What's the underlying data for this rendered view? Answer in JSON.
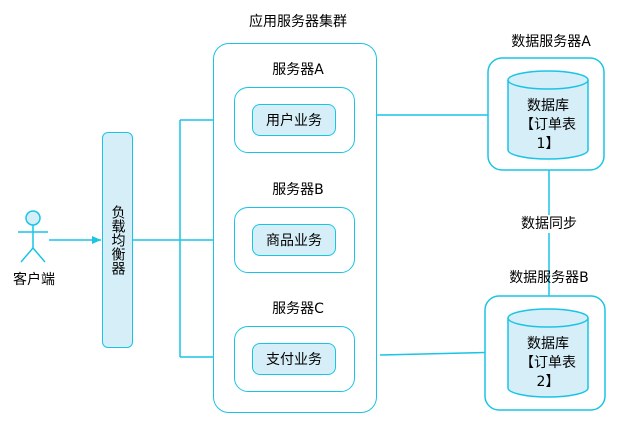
{
  "colors": {
    "stroke": "#19c4e6",
    "fill": "#d6eef7",
    "arrow": "#19c4e6"
  },
  "client": {
    "label": "客户端"
  },
  "load_balancer": {
    "label": "负载均衡器"
  },
  "cluster": {
    "title": "应用服务器集群"
  },
  "servers": [
    {
      "title": "服务器A",
      "service": "用户业务"
    },
    {
      "title": "服务器B",
      "service": "商品业务"
    },
    {
      "title": "服务器C",
      "service": "支付业务"
    }
  ],
  "data_servers": [
    {
      "title": "数据服务器A",
      "db_line1": "数据库",
      "db_line2": "【订单表",
      "db_line3": "1】"
    },
    {
      "title": "数据服务器B",
      "db_line1": "数据库",
      "db_line2": "【订单表",
      "db_line3": "2】"
    }
  ],
  "sync": {
    "label": "数据同步"
  }
}
